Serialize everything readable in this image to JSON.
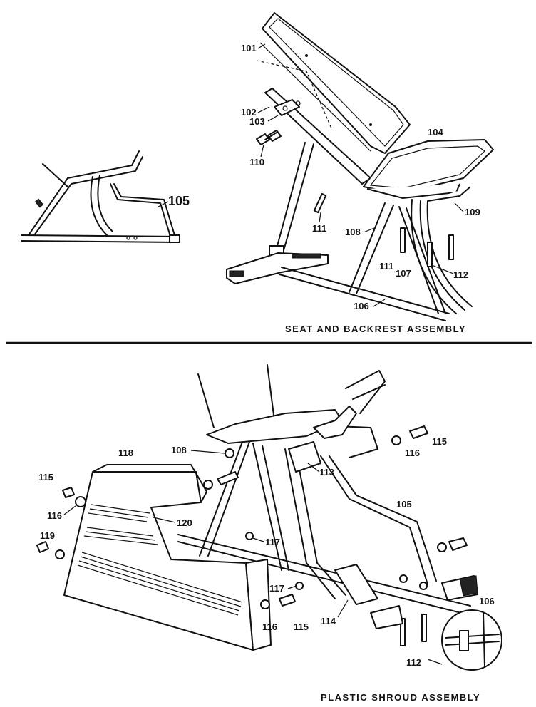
{
  "sections": {
    "seat_backrest": {
      "title": "SEAT AND BACKREST ASSEMBLY"
    },
    "plastic_shroud": {
      "title": "PLASTIC SHROUD ASSEMBLY"
    }
  },
  "callouts_top": {
    "c101": "101",
    "c102": "102",
    "c103": "103",
    "c104": "104",
    "c105": "105",
    "c106": "106",
    "c107": "107",
    "c108": "108",
    "c109": "109",
    "c110": "110",
    "c111a": "111",
    "c111b": "111",
    "c112": "112"
  },
  "callouts_bottom": {
    "c105": "105",
    "c106": "106",
    "c108": "108",
    "c112": "112",
    "c113": "113",
    "c114": "114",
    "c115a": "115",
    "c115b": "115",
    "c115c": "115",
    "c116a": "116",
    "c116b": "116",
    "c116c": "116",
    "c117a": "117",
    "c117b": "117",
    "c118": "118",
    "c119": "119",
    "c120": "120"
  }
}
